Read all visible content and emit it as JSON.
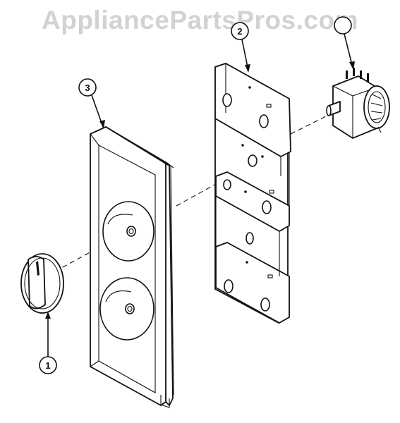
{
  "watermark": "AppliancePartsPros.com",
  "callouts": {
    "knob": "1",
    "bracket": "2",
    "panel": "3",
    "timer": ""
  },
  "parts": [
    "knob",
    "mounting-bracket",
    "control-panel",
    "timer"
  ]
}
